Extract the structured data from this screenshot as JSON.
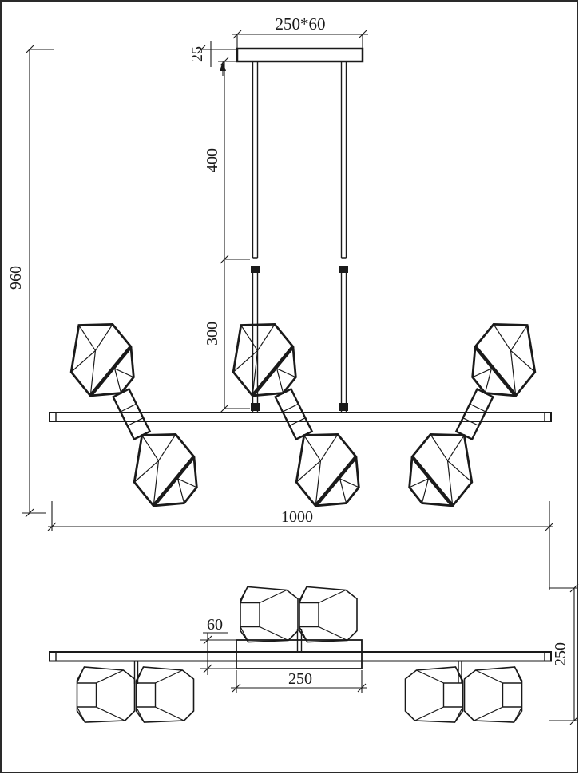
{
  "drawing": {
    "type": "technical-drawing",
    "subject": "six-light pendant fixture, front elevation and bottom plan views",
    "colors": {
      "line": "#1a1a1a",
      "background": "#ffffff"
    },
    "front_view": {
      "canopy_dim_label": "250*60",
      "canopy_thickness_label": "25",
      "upper_rod_length_label": "400",
      "lower_rod_length_label": "300",
      "overall_height_label": "960",
      "bar_length_label": "1000"
    },
    "bottom_view": {
      "plate_depth_label": "60",
      "plate_width_label": "250",
      "overall_depth_label": "250"
    }
  }
}
